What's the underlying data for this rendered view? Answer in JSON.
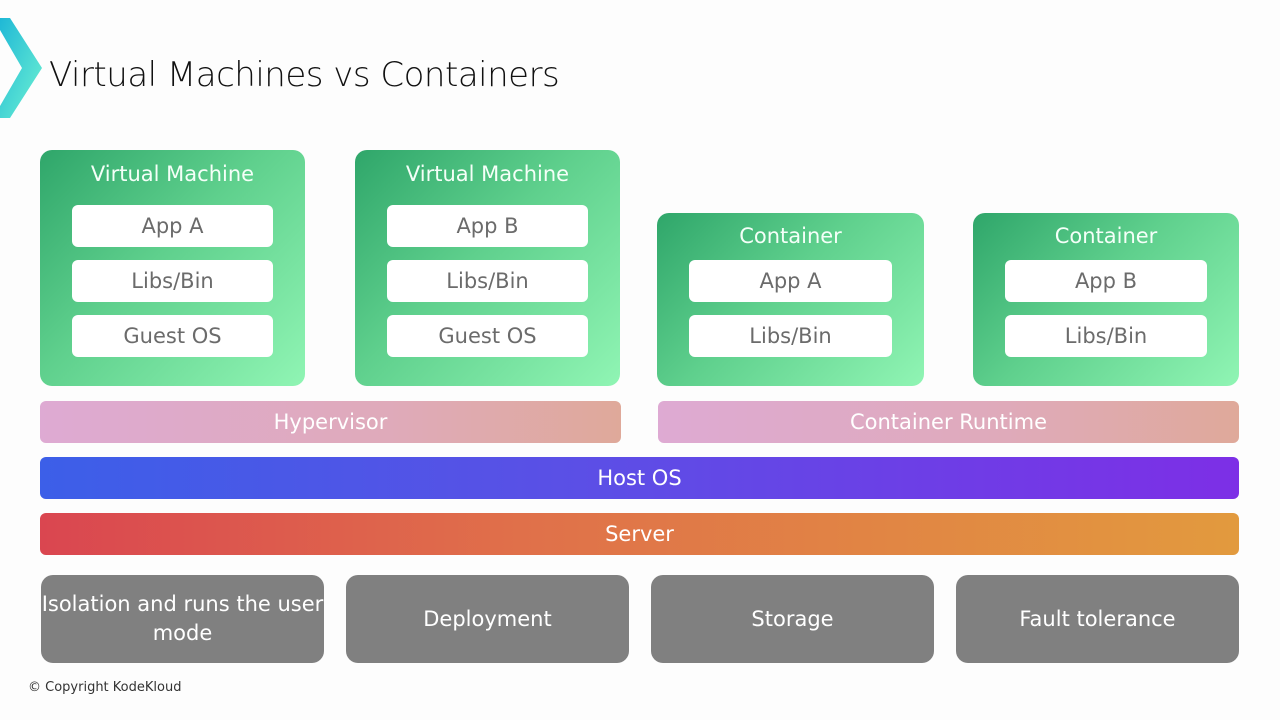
{
  "title": "Virtual Machines vs Containers",
  "virtual_machines": [
    {
      "label": "Virtual Machine",
      "layers": [
        "App A",
        "Libs/Bin",
        "Guest OS"
      ]
    },
    {
      "label": "Virtual Machine",
      "layers": [
        "App B",
        "Libs/Bin",
        "Guest OS"
      ]
    }
  ],
  "containers": [
    {
      "label": "Container",
      "layers": [
        "App A",
        "Libs/Bin"
      ]
    },
    {
      "label": "Container",
      "layers": [
        "App B",
        "Libs/Bin"
      ]
    }
  ],
  "layers": {
    "hypervisor": "Hypervisor",
    "container_runtime": "Container Runtime",
    "host_os": "Host OS",
    "server": "Server"
  },
  "features": [
    "Isolation and runs the user mode",
    "Deployment",
    "Storage",
    "Fault tolerance"
  ],
  "colors": {
    "vm_green": "#5fd08d",
    "hypervisor_pink": "#deaad3",
    "host_os_blue": "#3c5fe8",
    "host_os_purple": "#7d2fe6",
    "server_red": "#da4650",
    "server_orange": "#e29a3e",
    "feature_gray": "#808080",
    "logo_teal": "#2ec8d8"
  },
  "footer": {
    "copyright": "© Copyright KodeKloud"
  }
}
